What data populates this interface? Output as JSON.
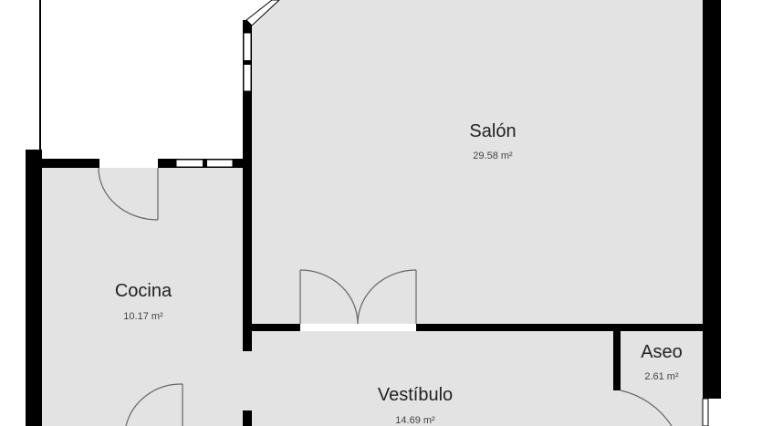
{
  "floor_plan": {
    "floor_color": "#e3e3e3",
    "wall_color": "#000000",
    "rooms": [
      {
        "name": "Salón",
        "area": "29.58 m²"
      },
      {
        "name": "Cocina",
        "area": "10.17 m²"
      },
      {
        "name": "Vestíbulo",
        "area": "14.69 m²"
      },
      {
        "name": "Aseo",
        "area": "2.61 m²"
      }
    ]
  }
}
